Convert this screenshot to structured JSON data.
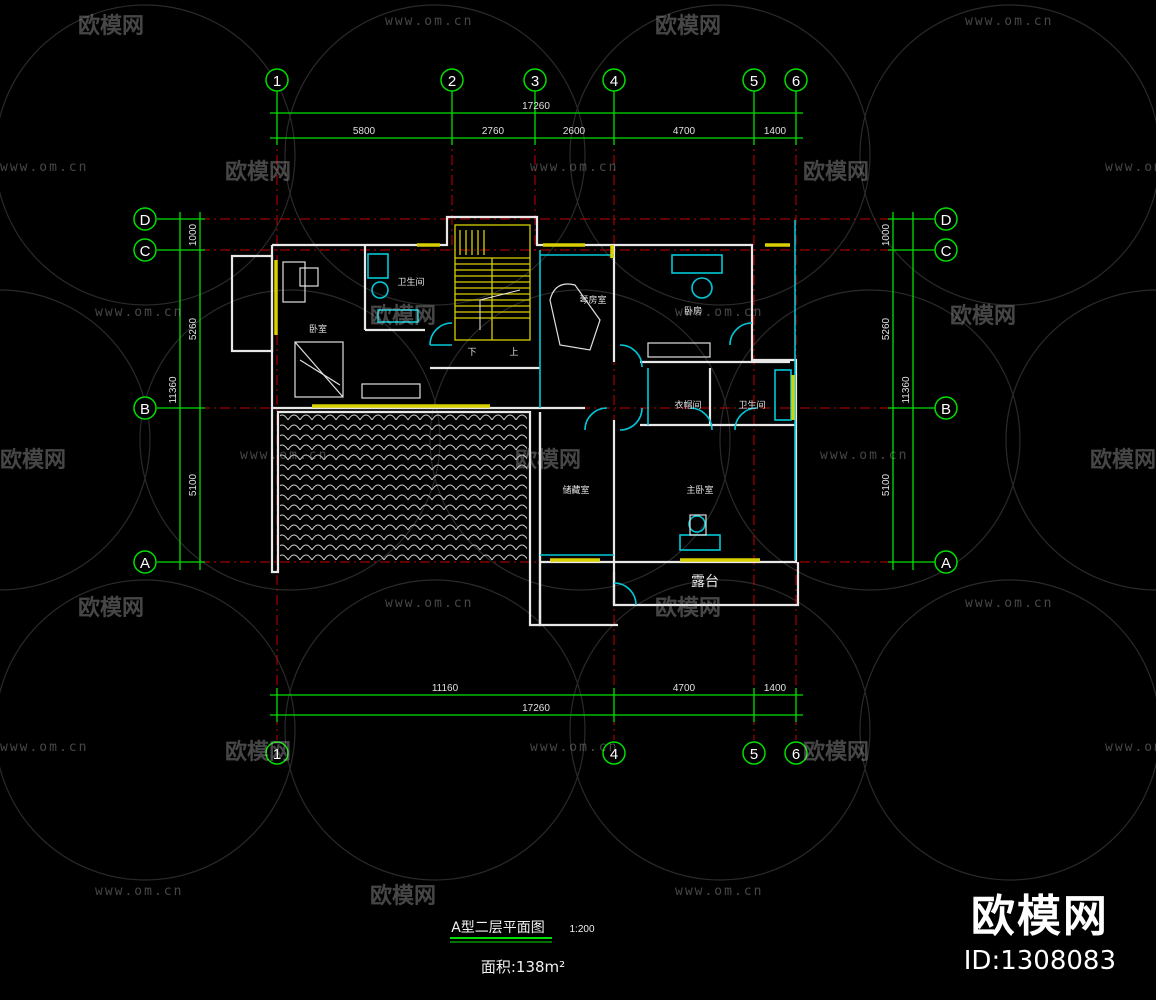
{
  "axes": {
    "vertical": [
      "1",
      "2",
      "3",
      "4",
      "5",
      "6"
    ],
    "horizontal": [
      "D",
      "C",
      "B",
      "A"
    ]
  },
  "dimensions": {
    "top_total": "17260",
    "top_segments": [
      "5800",
      "2760",
      "2600",
      "4700",
      "1400"
    ],
    "bottom_total": "17260",
    "bottom_segments": [
      "11160",
      "4700",
      "1400"
    ],
    "left_total": "11360",
    "left_segments": [
      "1000",
      "5260",
      "5100"
    ],
    "right_total": "11360",
    "right_segments": [
      "1000",
      "5260",
      "5100"
    ]
  },
  "rooms": {
    "study": "卧室",
    "bath_left": "卫生间",
    "piano": "琴房室",
    "bedroom_right": "卧房",
    "closet": "衣帽间",
    "bath_right": "卫生间",
    "storage": "储藏室",
    "master": "主卧室",
    "balcony": "露台",
    "stair_down": "下",
    "stair_up": "上"
  },
  "title": {
    "main": "A型二层平面图",
    "scale": "1:200",
    "area": "面积:138m²"
  },
  "watermark": {
    "logo": "欧模网",
    "url": "www.om.cn"
  },
  "brand": {
    "name": "欧模网",
    "id": "ID:1308083"
  },
  "colors": {
    "axis_green": "#00e000",
    "wall_white": "#e8e8e8",
    "window_yellow": "#d8d000",
    "door_cyan": "#00c8d8",
    "grid_red": "#c00000"
  }
}
